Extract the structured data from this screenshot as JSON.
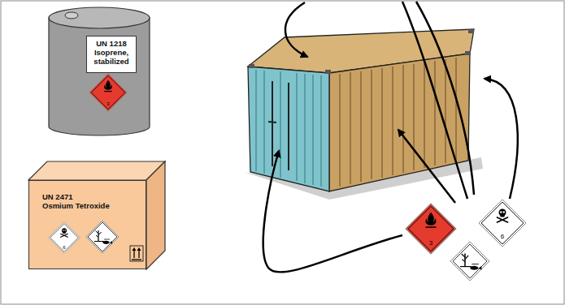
{
  "diagram": {
    "nodes": [
      {
        "text": [
          "UN 1218",
          "Isoprene, stabilized"
        ]
      },
      {
        "text": [
          "3"
        ]
      },
      {
        "text": [
          "UN 2471",
          "Osmium Tetroxide"
        ]
      },
      {
        "text": [
          "6"
        ],
        "in": 2
      },
      {
        "text": [
          "3"
        ]
      },
      {
        "text": [
          "6"
        ]
      }
    ]
  }
}
